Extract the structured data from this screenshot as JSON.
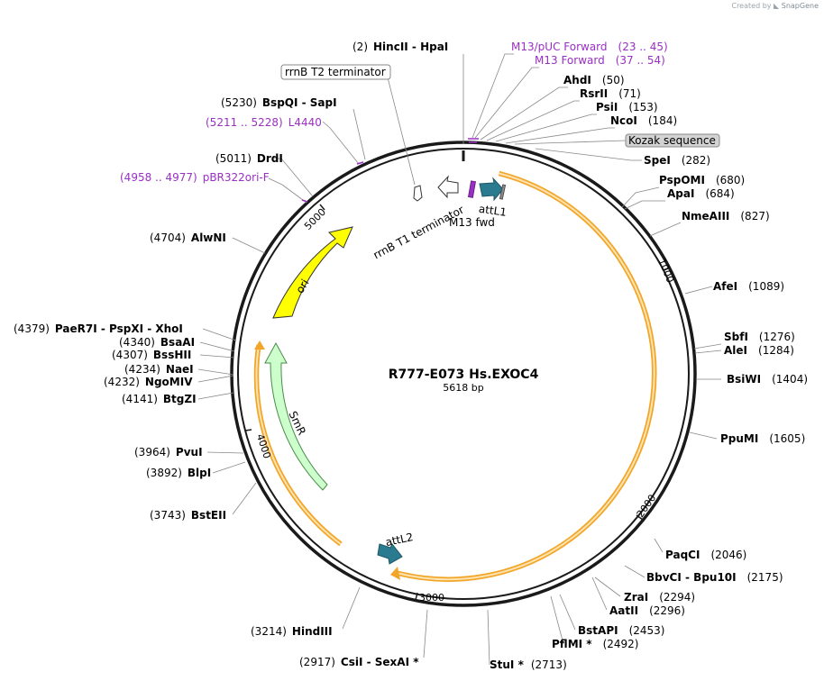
{
  "credit": {
    "created_by": "Created by",
    "brand": "SnapGene"
  },
  "plasmid": {
    "name": "R777-E073 Hs.EXOC4",
    "length": "5618 bp"
  },
  "ticks": [
    "1000",
    "2000",
    "3000",
    "4000",
    "5000"
  ],
  "features": [
    {
      "label": "rrnB T1 terminator",
      "boxed": false
    },
    {
      "label": "M13 fwd",
      "boxed": false
    },
    {
      "label": "attL1",
      "boxed": false
    },
    {
      "label": "attL2",
      "boxed": false
    },
    {
      "label": "ori",
      "boxed": false
    },
    {
      "label": "SmR",
      "boxed": false
    }
  ],
  "callouts": [
    {
      "text": "rrnB T2 terminator",
      "kind": "boxed"
    },
    {
      "text": "Kozak sequence",
      "kind": "gray-box"
    }
  ],
  "primers": [
    {
      "name": "M13/pUC Forward",
      "range": "(23 .. 45)"
    },
    {
      "name": "M13 Forward",
      "range": "(37 .. 54)"
    },
    {
      "name": "L4440",
      "range": "(5211 .. 5228)"
    },
    {
      "name": "pBR322ori-F",
      "range": "(4958 .. 4977)"
    }
  ],
  "sites": [
    {
      "pos": "(2)",
      "names": "HincII  -  HpaI"
    },
    {
      "pos": "(50)",
      "names": "AhdI"
    },
    {
      "pos": "(71)",
      "names": "RsrII"
    },
    {
      "pos": "(153)",
      "names": "PsiI"
    },
    {
      "pos": "(184)",
      "names": "NcoI"
    },
    {
      "pos": "(282)",
      "names": "SpeI"
    },
    {
      "pos": "(680)",
      "names": "PspOMI"
    },
    {
      "pos": "(684)",
      "names": "ApaI"
    },
    {
      "pos": "(827)",
      "names": "NmeAIII"
    },
    {
      "pos": "(1089)",
      "names": "AfeI"
    },
    {
      "pos": "(1276)",
      "names": "SbfI"
    },
    {
      "pos": "(1284)",
      "names": "AleI"
    },
    {
      "pos": "(1404)",
      "names": "BsiWI"
    },
    {
      "pos": "(1605)",
      "names": "PpuMI"
    },
    {
      "pos": "(2046)",
      "names": "PaqCI"
    },
    {
      "pos": "(2175)",
      "names": "BbvCI  -  Bpu10I"
    },
    {
      "pos": "(2294)",
      "names": "ZraI"
    },
    {
      "pos": "(2296)",
      "names": "AatII"
    },
    {
      "pos": "(2453)",
      "names": "BstAPI"
    },
    {
      "pos": "(2492)",
      "names": "PflMI *"
    },
    {
      "pos": "(2713)",
      "names": "StuI *"
    },
    {
      "pos": "(2917)",
      "names": "CsiI  -  SexAI *"
    },
    {
      "pos": "(3214)",
      "names": "HindIII"
    },
    {
      "pos": "(3743)",
      "names": "BstEII"
    },
    {
      "pos": "(3892)",
      "names": "BlpI"
    },
    {
      "pos": "(3964)",
      "names": "PvuI"
    },
    {
      "pos": "(4141)",
      "names": "BtgZI"
    },
    {
      "pos": "(4232)",
      "names": "NgoMIV"
    },
    {
      "pos": "(4234)",
      "names": "NaeI"
    },
    {
      "pos": "(4307)",
      "names": "BssHII"
    },
    {
      "pos": "(4340)",
      "names": "BsaAI"
    },
    {
      "pos": "(4379)",
      "names": "PaeR7I  -  PspXI  -  XhoI"
    },
    {
      "pos": "(4704)",
      "names": "AlwNI"
    },
    {
      "pos": "(5011)",
      "names": "DrdI"
    },
    {
      "pos": "(5230)",
      "names": "BspQI  -  SapI"
    }
  ],
  "colors": {
    "backbone": "#1a1a1a",
    "orf": "#f2a629",
    "orf_fill": "#fde3b0",
    "ori": "#ffff00",
    "smr": "#ccffcc",
    "att": "#2a7b8f",
    "primer": "#9a2fc3",
    "terminator": "#ffffff"
  }
}
